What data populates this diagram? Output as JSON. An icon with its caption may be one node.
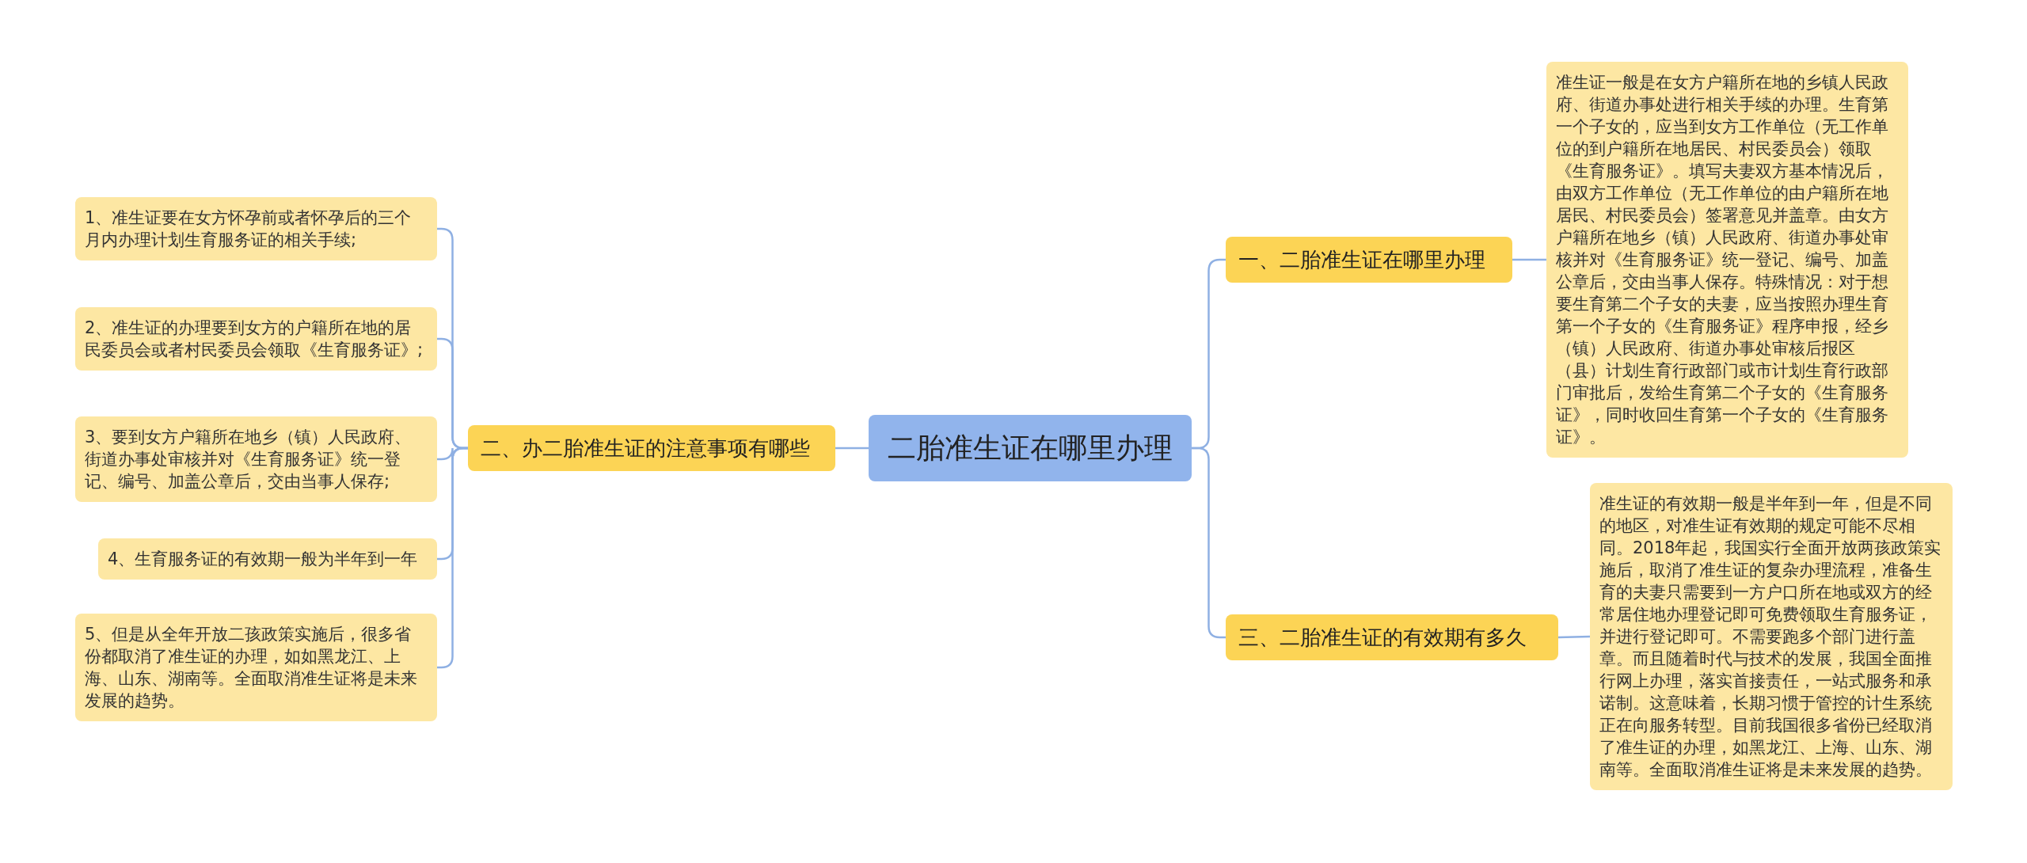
{
  "diagram": {
    "nodes": [
      {
        "text": [
          "二胎准生证在哪里办理"
        ]
      },
      {
        "text": [
          "二、办二胎准生证的注意事项有哪些"
        ]
      },
      {
        "text": [
          "1、准生证要在女方怀孕前或者怀孕后的三个月内办理计划生育服务证的相关手续;"
        ]
      },
      {
        "text": [
          "2、准生证的办理要到女方的户籍所在地的居民委员会或者村民委员会领取《生育服务证》;"
        ]
      },
      {
        "text": [
          "3、要到女方户籍所在地乡（镇）人民政府、街道办事处审核并对《生育服务证》统一登记、编号、加盖公章后，交由当事人保存;"
        ]
      },
      {
        "text": [
          "4、生育服务证的有效期一般为半年到一年"
        ]
      },
      {
        "text": [
          "5、但是从全年开放二孩政策实施后，很多省份都取消了准生证的办理，如如黑龙江、上海、山东、湖南等。全面取消准生证将是未来发展的趋势。"
        ]
      },
      {
        "text": [
          "一、二胎准生证在哪里办理"
        ]
      },
      {
        "text": [
          "准生证一般是在女方户籍所在地的乡镇人民政府、街道办事处进行相关手续的办理。生育第一个子女的，应当到女方工作单位（无工作单位的到户籍所在地居民、村民委员会）领取《生育服务证》。填写夫妻双方基本情况后，由双方工作单位（无工作单位的由户籍所在地居民、村民委员会）签署意见并盖章。由女方户籍所在地乡（镇）人民政府、街道办事处审核并对《生育服务证》统一登记、编号、加盖公章后，交由当事人保存。特殊情况：对于想要生育第二个子女的夫妻，应当按照办理生育第一个子女的《生育服务证》程序申报，经乡（镇）人民政府、街道办事处审核后报区（县）计划生育行政部门或市计划生育行政部门审批后，发给生育第二个子女的《生育服务证》，同时收回生育第一个子女的《生育服务证》。"
        ]
      },
      {
        "text": [
          "三、二胎准生证的有效期有多久"
        ]
      },
      {
        "text": [
          "准生证的有效期一般是半年到一年，但是不同的地区，对准生证有效期的规定可能不尽相同。2018年起，我国实行全面开放两孩政策实施后，取消了准生证的复杂办理流程，准备生育的夫妻只需要到一方户口所在地或双方的经常居住地办理登记即可免费领取生育服务证，并进行登记即可。不需要跑多个部门进行盖章。而且随着时代与技术的发展，我国全面推行网上办理，落实首接责任，一站式服务和承诺制。这意味着，长期习惯于管控的计生系统正在向服务转型。目前我国很多省份已经取消了准生证的办理，如黑龙江、上海、山东、湖南等。全面取消准生证将是未来发展的趋势。"
        ]
      }
    ],
    "edges": [
      {
        "from": 0,
        "to": 1,
        "arrow": "none"
      },
      {
        "from": 1,
        "to": 2,
        "arrow": "none"
      },
      {
        "from": 1,
        "to": 3,
        "arrow": "none"
      },
      {
        "from": 1,
        "to": 4,
        "arrow": "none"
      },
      {
        "from": 1,
        "to": 5,
        "arrow": "none"
      },
      {
        "from": 1,
        "to": 6,
        "arrow": "none"
      },
      {
        "from": 0,
        "to": 7,
        "arrow": "none"
      },
      {
        "from": 7,
        "to": 8,
        "arrow": "none"
      },
      {
        "from": 0,
        "to": 9,
        "arrow": "none"
      },
      {
        "from": 9,
        "to": 10,
        "arrow": "none"
      }
    ]
  }
}
